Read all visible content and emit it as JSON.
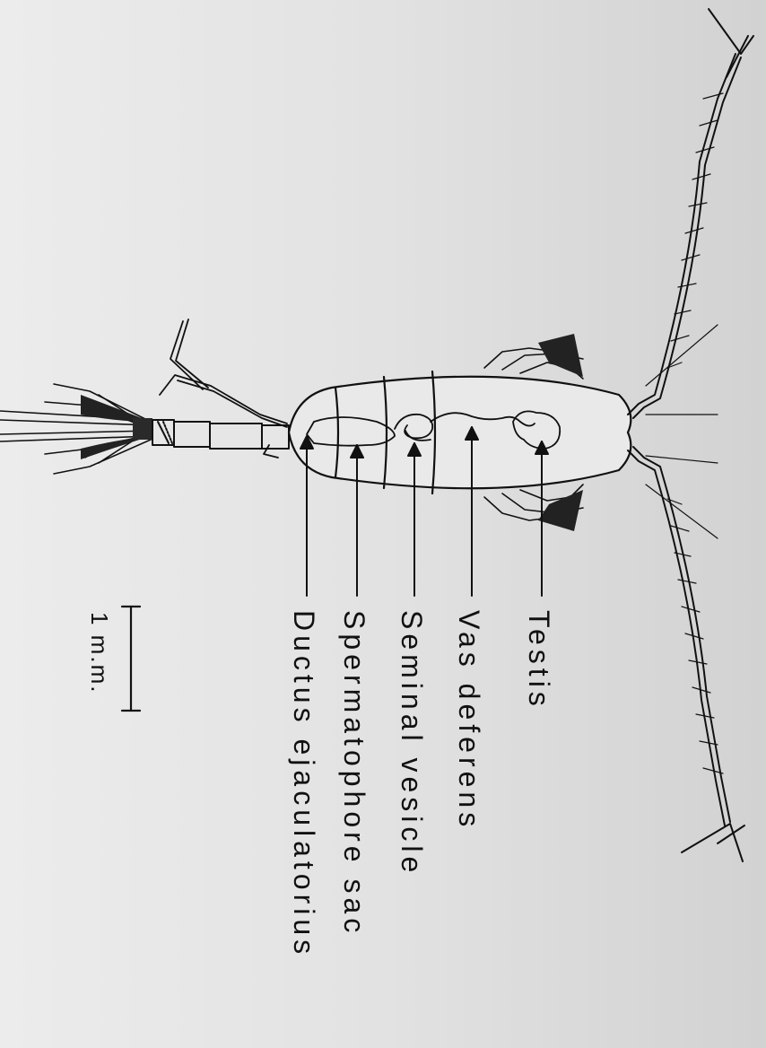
{
  "labels": {
    "testis": "Testis",
    "vas_deferens": "Vas deferens",
    "seminal_vesicle": "Seminal vesicle",
    "spermatophore_sac": "Spermatophore sac",
    "ductus_ejaculatorius": "Ductus ejaculatorius"
  },
  "scale_bar": {
    "label": "1 m.m."
  },
  "colors": {
    "background": "#dcdcdc",
    "ink": "#111111"
  }
}
